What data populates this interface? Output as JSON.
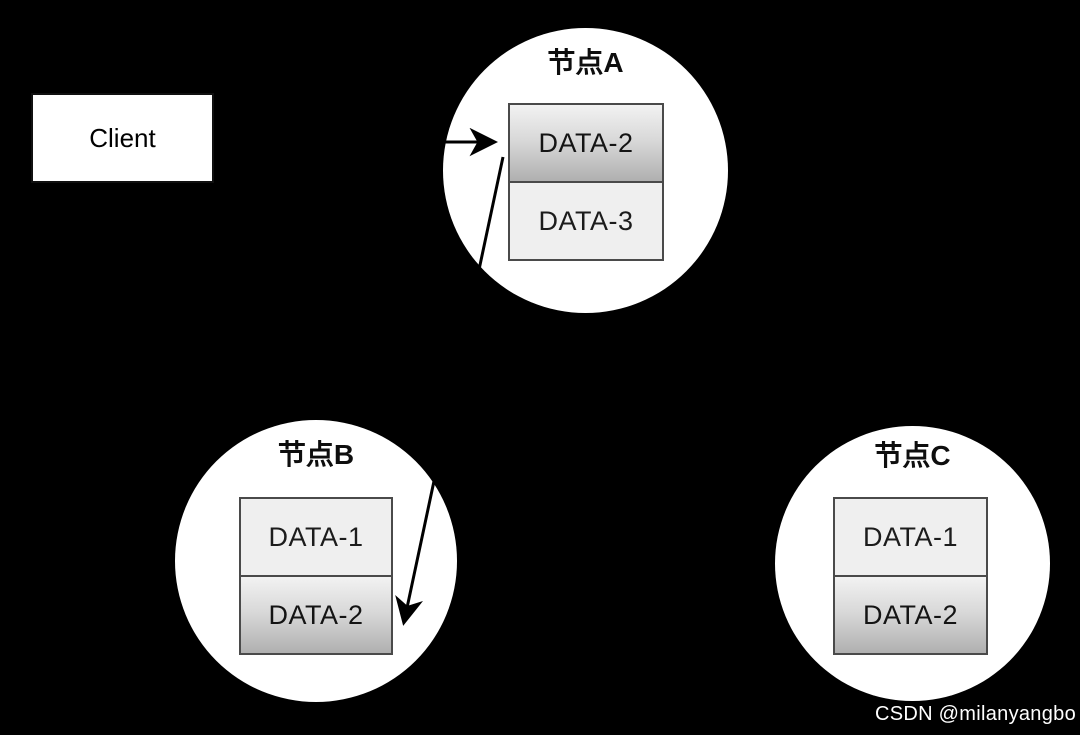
{
  "client": {
    "label": "Client"
  },
  "nodes": [
    {
      "title": "节点A",
      "boxes": [
        {
          "label": "DATA-2",
          "variant": "highlighted"
        },
        {
          "label": "DATA-3",
          "variant": "plain"
        }
      ]
    },
    {
      "title": "节点B",
      "boxes": [
        {
          "label": "DATA-1",
          "variant": "plain"
        },
        {
          "label": "DATA-2",
          "variant": "highlighted"
        }
      ]
    },
    {
      "title": "节点C",
      "boxes": [
        {
          "label": "DATA-1",
          "variant": "plain"
        },
        {
          "label": "DATA-2",
          "variant": "highlighted"
        }
      ]
    }
  ],
  "arrows": [
    {
      "name": "client-to-nodeA-data2",
      "from": "Client",
      "to": "节点A DATA-2"
    },
    {
      "name": "nodeA-data2-to-nodeB-data2",
      "from": "节点A DATA-2",
      "to": "节点B DATA-2"
    }
  ],
  "watermark": {
    "text": "CSDN @milanyangbo"
  },
  "colors": {
    "background": "#000000",
    "node_fill": "#ffffff",
    "box_border": "#4a4a4a",
    "box_plain_fill": "#efefef",
    "box_highlight_top": "#f2f2f2",
    "box_highlight_bottom": "#b0b0b0",
    "arrow": "#000000",
    "text": "#1c1c1c",
    "watermark_text": "#ffffff"
  }
}
